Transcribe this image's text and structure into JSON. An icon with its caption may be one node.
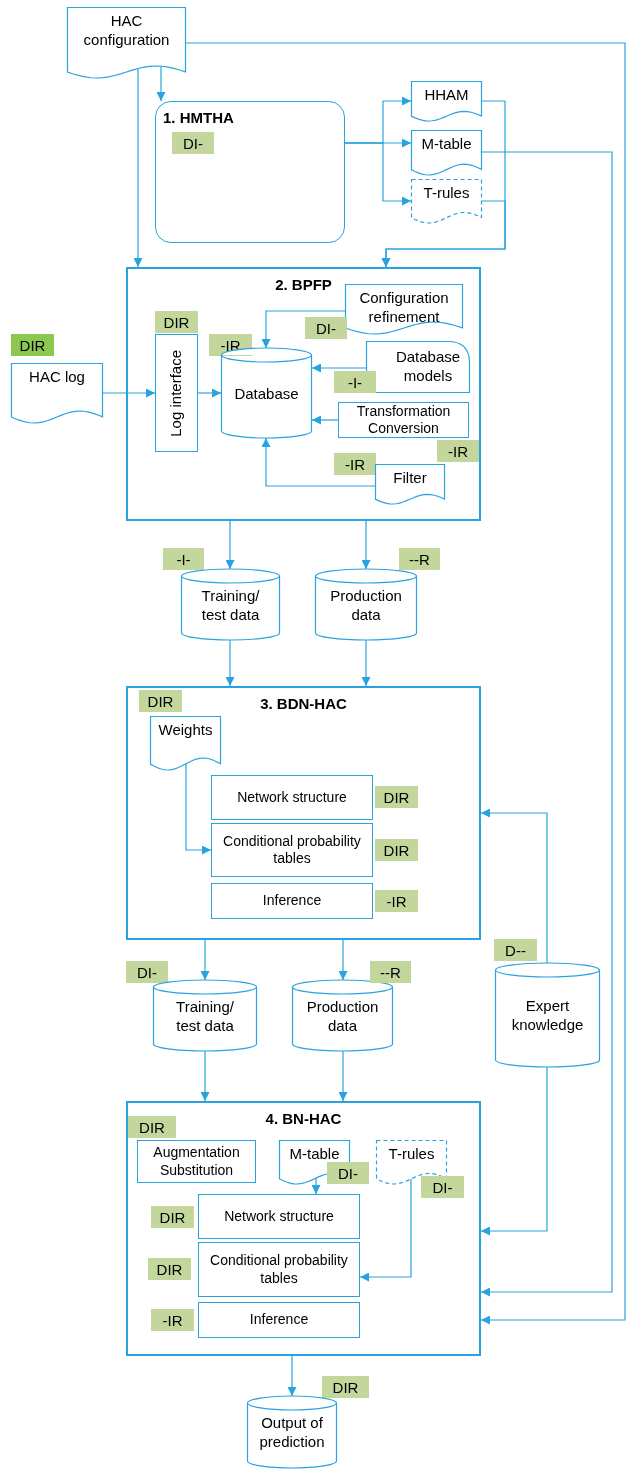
{
  "diagram": {
    "nodes": [
      {
        "text": [
          "HAC configuration"
        ]
      },
      {
        "text": [
          "1. HMTHA"
        ]
      },
      {
        "text": [
          "DI-"
        ],
        "in": 1
      },
      {
        "text": [
          "HHAM"
        ]
      },
      {
        "text": [
          "M-table"
        ]
      },
      {
        "text": [
          "T-rules"
        ]
      },
      {
        "text": [
          "2. BPFP"
        ]
      },
      {
        "text": [
          "DIR"
        ]
      },
      {
        "text": [
          "HAC log"
        ]
      },
      {
        "text": [
          "DIR"
        ],
        "in": 6
      },
      {
        "text": [
          "Log interface"
        ],
        "in": 6
      },
      {
        "text": [
          "-IR"
        ],
        "in": 6
      },
      {
        "text": [
          "Database"
        ],
        "in": 6
      },
      {
        "text": [
          "Configuration refinement"
        ],
        "in": 6
      },
      {
        "text": [
          "DI-"
        ],
        "in": 6
      },
      {
        "text": [
          "Database models"
        ],
        "in": 6
      },
      {
        "text": [
          "-I-"
        ],
        "in": 6
      },
      {
        "text": [
          "Transformation Conversion"
        ],
        "in": 6
      },
      {
        "text": [
          "-IR"
        ],
        "in": 6
      },
      {
        "text": [
          "-IR"
        ],
        "in": 6
      },
      {
        "text": [
          "Filter"
        ],
        "in": 6
      },
      {
        "text": [
          "-I-"
        ]
      },
      {
        "text": [
          "Training/ test data"
        ]
      },
      {
        "text": [
          "Production data"
        ]
      },
      {
        "text": [
          "--R"
        ]
      },
      {
        "text": [
          "3. BDN-HAC"
        ]
      },
      {
        "text": [
          "DIR"
        ],
        "in": 25
      },
      {
        "text": [
          "Weights"
        ],
        "in": 25
      },
      {
        "text": [
          "Network structure"
        ],
        "in": 25
      },
      {
        "text": [
          "DIR"
        ],
        "in": 25
      },
      {
        "text": [
          "Conditional probability tables"
        ],
        "in": 25
      },
      {
        "text": [
          "DIR"
        ],
        "in": 25
      },
      {
        "text": [
          "Inference"
        ],
        "in": 25
      },
      {
        "text": [
          "-IR"
        ],
        "in": 25
      },
      {
        "text": [
          "DI-"
        ]
      },
      {
        "text": [
          "Training/ test data"
        ]
      },
      {
        "text": [
          "Production data"
        ]
      },
      {
        "text": [
          "--R"
        ]
      },
      {
        "text": [
          "D--"
        ]
      },
      {
        "text": [
          "Expert knowledge"
        ]
      },
      {
        "text": [
          "4. BN-HAC"
        ]
      },
      {
        "text": [
          "DIR"
        ],
        "in": 40
      },
      {
        "text": [
          "Augmentation Substitution"
        ],
        "in": 40
      },
      {
        "text": [
          "M-table"
        ],
        "in": 40
      },
      {
        "text": [
          "DI-"
        ],
        "in": 40
      },
      {
        "text": [
          "T-rules"
        ],
        "in": 40
      },
      {
        "text": [
          "DI-"
        ],
        "in": 40
      },
      {
        "text": [
          "DIR"
        ],
        "in": 40
      },
      {
        "text": [
          "Network structure"
        ],
        "in": 40
      },
      {
        "text": [
          "DIR"
        ],
        "in": 40
      },
      {
        "text": [
          "Conditional probability tables"
        ],
        "in": 40
      },
      {
        "text": [
          "-IR"
        ],
        "in": 40
      },
      {
        "text": [
          "Inference"
        ],
        "in": 40
      },
      {
        "text": [
          "DIR"
        ]
      },
      {
        "text": [
          "Output of prediction"
        ]
      }
    ],
    "edges": [
      {
        "from": 0,
        "to": 1,
        "arrow": "to"
      },
      {
        "from": 0,
        "to": 6,
        "arrow": "to"
      },
      {
        "from": 0,
        "to": 40,
        "arrow": "to"
      },
      {
        "from": 1,
        "to": 3,
        "arrow": "to"
      },
      {
        "from": 1,
        "to": 4,
        "arrow": "to"
      },
      {
        "from": 1,
        "to": 5,
        "arrow": "to"
      },
      {
        "from": 3,
        "to": 6,
        "arrow": "to"
      },
      {
        "from": 5,
        "to": 6,
        "arrow": "to"
      },
      {
        "from": 4,
        "to": 40,
        "arrow": "to"
      },
      {
        "from": 8,
        "to": 10,
        "arrow": "to"
      },
      {
        "from": 10,
        "to": 12,
        "arrow": "to"
      },
      {
        "from": 13,
        "to": 12,
        "arrow": "to"
      },
      {
        "from": 15,
        "to": 12,
        "arrow": "to"
      },
      {
        "from": 17,
        "to": 12,
        "arrow": "to"
      },
      {
        "from": 20,
        "to": 12,
        "arrow": "to"
      },
      {
        "from": 6,
        "to": 22,
        "arrow": "to"
      },
      {
        "from": 6,
        "to": 23,
        "arrow": "to"
      },
      {
        "from": 22,
        "to": 25,
        "arrow": "to"
      },
      {
        "from": 23,
        "to": 25,
        "arrow": "to"
      },
      {
        "from": 27,
        "to": 30,
        "arrow": "to"
      },
      {
        "from": 25,
        "to": 35,
        "arrow": "to"
      },
      {
        "from": 25,
        "to": 36,
        "arrow": "to"
      },
      {
        "from": 35,
        "to": 40,
        "arrow": "to"
      },
      {
        "from": 36,
        "to": 40,
        "arrow": "to"
      },
      {
        "from": 39,
        "to": 25,
        "arrow": "to"
      },
      {
        "from": 39,
        "to": 40,
        "arrow": "to"
      },
      {
        "from": 43,
        "to": 48,
        "arrow": "to"
      },
      {
        "from": 45,
        "to": 50,
        "arrow": "to"
      },
      {
        "from": 40,
        "to": 54,
        "arrow": "to"
      }
    ]
  }
}
